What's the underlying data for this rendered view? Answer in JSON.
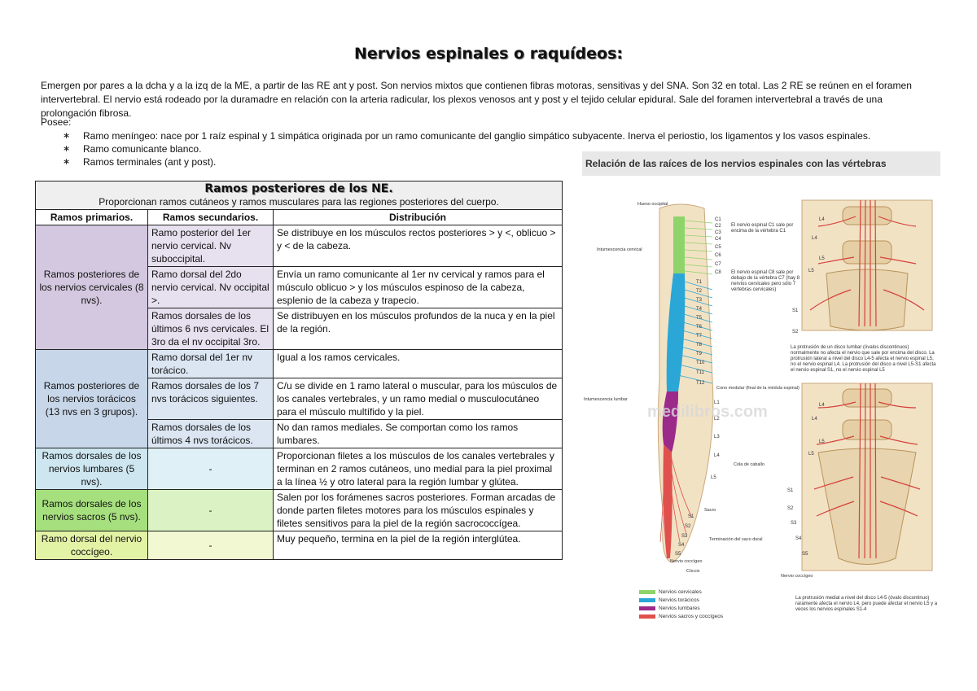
{
  "page": {
    "title": "Nervios espinales o raquídeos:",
    "intro": "Emergen por pares a la dcha y a la izq de la ME, a partir de las RE ant y post. Son nervios mixtos que contienen fibras motoras, sensitivas y del SNA. Son 32 en total. Las 2 RE se reúnen en el foramen intervertebral. El nervio está rodeado por la duramadre en relación con la arteria radicular, los plexos venosos ant y post y el tejido celular epidural. Sale del foramen intervertebral a través de una prolongación fibrosa.",
    "posee_label": "Posee:",
    "bullet_symbol": "∗",
    "posee_items": [
      "Ramo meníngeo: nace por 1 raíz espinal y 1 simpática originada por un ramo comunicante del ganglio simpático subyacente. Inerva el periostio, los ligamentos y los vasos espinales.",
      "Ramo comunicante blanco.",
      "Ramos terminales (ant y post)."
    ]
  },
  "table": {
    "title": "Ramos posteriores de los NE.",
    "subtitle": "Proporcionan ramos cutáneos y ramos musculares para las regiones posteriores del cuerpo.",
    "headers": [
      "Ramos primarios.",
      "Ramos secundarios.",
      "Distribución"
    ],
    "groups": [
      {
        "primary": "Ramos posteriores de los nervios cervicales (8 nvs).",
        "rows": [
          {
            "secondary": "Ramo posterior del 1er nervio cervical. Nv suboccipital.",
            "distribution": "Se distribuye en los músculos rectos posteriores > y <, oblicuo > y < de la cabeza."
          },
          {
            "secondary": "Ramo dorsal del 2do nervio cervical. Nv occipital >.",
            "distribution": "Envía un ramo comunicante al 1er nv cervical y ramos para el músculo oblicuo > y los músculos espinoso de la cabeza, esplenio de la cabeza y trapecio."
          },
          {
            "secondary": "Ramos dorsales de los últimos 6 nvs cervicales. El 3ro da el nv occipital 3ro.",
            "distribution": "Se distribuyen en los músculos profundos de la nuca y en la piel de la región."
          }
        ]
      },
      {
        "primary": "Ramos posteriores de los nervios torácicos (13 nvs en 3 grupos).",
        "rows": [
          {
            "secondary": "Ramo dorsal del 1er nv torácico.",
            "distribution": "Igual a los ramos cervicales."
          },
          {
            "secondary": "Ramos dorsales de los 7 nvs torácicos siguientes.",
            "distribution": "C/u se divide en 1 ramo lateral o muscular, para los músculos de los canales vertebrales, y un ramo medial o musculocutáneo para el músculo multífido y la piel."
          },
          {
            "secondary": "Ramos dorsales de los últimos 4 nvs torácicos.",
            "distribution": "No dan ramos mediales. Se comportan como los ramos lumbares."
          }
        ]
      },
      {
        "primary": "Ramos dorsales de los nervios lumbares (5 nvs).",
        "rows": [
          {
            "secondary": "-",
            "distribution": "Proporcionan filetes a los músculos de los canales vertebrales y terminan en 2 ramos cutáneos, uno medial para la piel proximal a la línea ½ y otro lateral para la región lumbar y glútea."
          }
        ]
      },
      {
        "primary": "Ramos dorsales de los nervios sacros (5 nvs).",
        "rows": [
          {
            "secondary": "-",
            "distribution": "Salen por los forámenes sacros posteriores. Forman arcadas de donde parten filetes motores para los músculos espinales y filetes sensitivos para la piel de la región sacrococcígea."
          }
        ]
      },
      {
        "primary": "Ramo dorsal del nervio coccígeo.",
        "rows": [
          {
            "secondary": "-",
            "distribution": "Muy pequeño, termina en la piel de la región interglútea."
          }
        ]
      }
    ]
  },
  "figure": {
    "title": "Relación de las raíces de los nervios espinales con las vértebras",
    "left_labels": {
      "hueso_occipital": "Hueso occipital",
      "intumescencia_cervical": "Intumescencia cervical",
      "intumescencia_lumbar": "Intumescencia lumbar"
    },
    "segment_labels": {
      "cervical": [
        "C1",
        "C2",
        "C3",
        "C4",
        "C5",
        "C6",
        "C7",
        "C8"
      ],
      "thoracic": [
        "T1",
        "T2",
        "T3",
        "T4",
        "T5",
        "T6",
        "T7",
        "T8",
        "T9",
        "T10",
        "T11",
        "T12"
      ],
      "lumbar": [
        "L1",
        "L2",
        "L3",
        "L4",
        "L5"
      ],
      "sacral": [
        "S1",
        "S2",
        "S3",
        "S4",
        "S5"
      ]
    },
    "labels": {
      "cono_medular": "Cono medular (final de la médula espinal)",
      "cola_caballo": "Cola de caballo",
      "sacro": "Sacro",
      "terminacion_saco_dural": "Terminación del saco dural",
      "nervio_coccigeo": "Nervio coccígeo",
      "coccix": "Cóccix",
      "nervio_coccigeo_right": "Nervio coccígeo"
    },
    "notes": {
      "c1": "El nervio espinal C1 sale por encima de la vértebra C1",
      "c8": "El nervio espinal C8 sale por debajo de la vértebra C7 (hay 8 nervios cervicales pero sólo 7 vértebras cervicales)",
      "disco_lumbar": "La protrusión de un disco lumbar (óvalos discontinuos) normalmente no afecta el nervio que sale por encima del disco. La protrusión lateral a nivel del disco L4-5 afecta el nervio espinal L5, no el nervio espinal L4. La protrusión del disco a nivel L5-S1 afecta el nervio espinal S1, no el nervio espinal L5",
      "disco_medial": "La protrusión medial a nivel del disco L4-5 (óvalo discontinuo) raramente afecta el nervio L4, pero puede afectar el nervio L5 y a veces los nervios espinales S1-4"
    },
    "right_labels_top": [
      "L4",
      "L4",
      "L5",
      "L5",
      "S1",
      "S2"
    ],
    "right_labels_bottom": [
      "L4",
      "L4",
      "L5",
      "L5",
      "S1",
      "S2",
      "S3",
      "S4",
      "S5"
    ],
    "watermark": "medilibros.com",
    "legend": [
      {
        "label": "Nervios cervicales",
        "color": "#8fd36b"
      },
      {
        "label": "Nervios torácicos",
        "color": "#2aa7d6"
      },
      {
        "label": "Nervios lumbares",
        "color": "#9c2a8a"
      },
      {
        "label": "Nervios sacros y coccígeos",
        "color": "#e0514d"
      }
    ]
  }
}
